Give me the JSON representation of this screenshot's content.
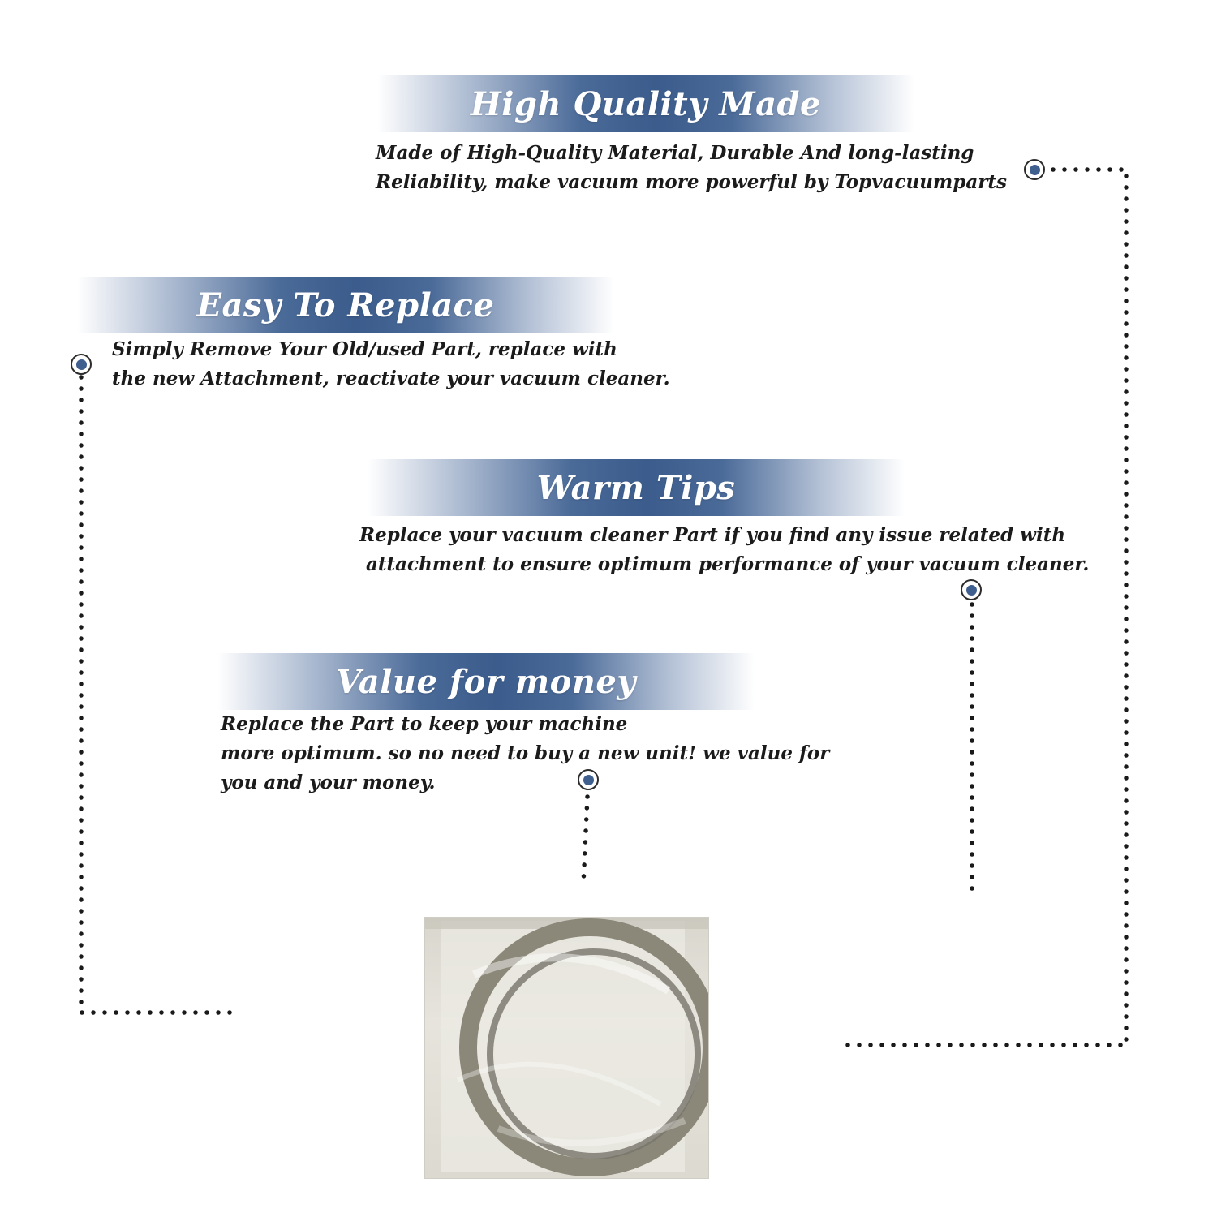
{
  "sections": [
    {
      "title": "High Quality Made",
      "lines": [
        "Made of  High-Quality Material, Durable And long-lasting",
        "Reliability, make vacuum more powerful by Topvacuumparts"
      ]
    },
    {
      "title": "Easy To Replace",
      "lines": [
        "Simply Remove Your Old/used Part, replace with",
        "the new Attachment, reactivate your vacuum cleaner."
      ]
    },
    {
      "title": "Warm Tips",
      "lines": [
        "Replace your vacuum cleaner Part if you find any issue related with",
        " attachment to ensure optimum performance of your vacuum cleaner."
      ]
    },
    {
      "title": "Value for money",
      "lines": [
        "Replace the Part to keep your machine",
        "more optimum. so no need to buy a new unit! we value for",
        "you and your money."
      ]
    }
  ],
  "colors": {
    "banner": "#3b5c8c",
    "marker_fill": "#3f5f8f",
    "text": "#1b1b1b",
    "connector": "#1a1a1a"
  }
}
